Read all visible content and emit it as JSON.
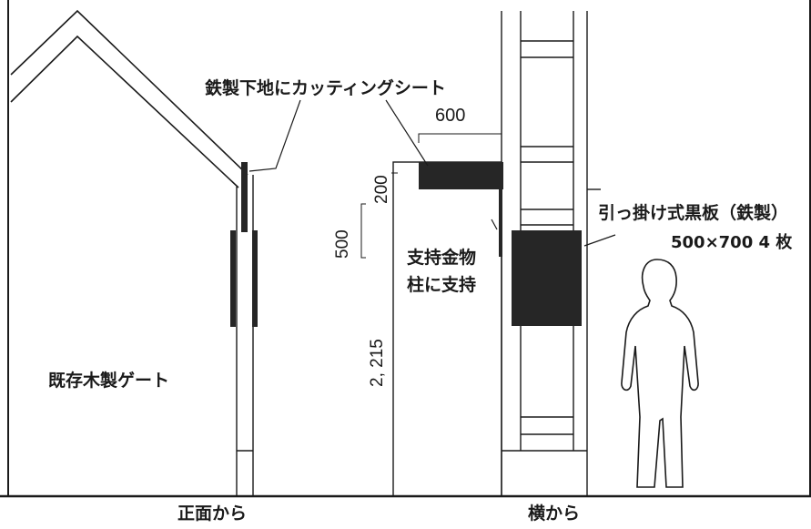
{
  "labels": {
    "material_note": "鉄製下地にカッティングシート",
    "hanging_board": "引っ掛け式黒板（鉄製）",
    "board_spec": "500×700 4 枚",
    "support_fitting": "支持金物",
    "post_support": "柱に支持",
    "existing_gate": "既存木製ゲート",
    "view_front": "正面から",
    "view_side": "横から"
  },
  "dimensions": {
    "sign_width": "600",
    "sign_height": "200",
    "board_offset": "500",
    "clearance": "2, 215"
  },
  "colors": {
    "line": "#1a1a1a",
    "fill": "#262626",
    "background": "#ffffff"
  }
}
